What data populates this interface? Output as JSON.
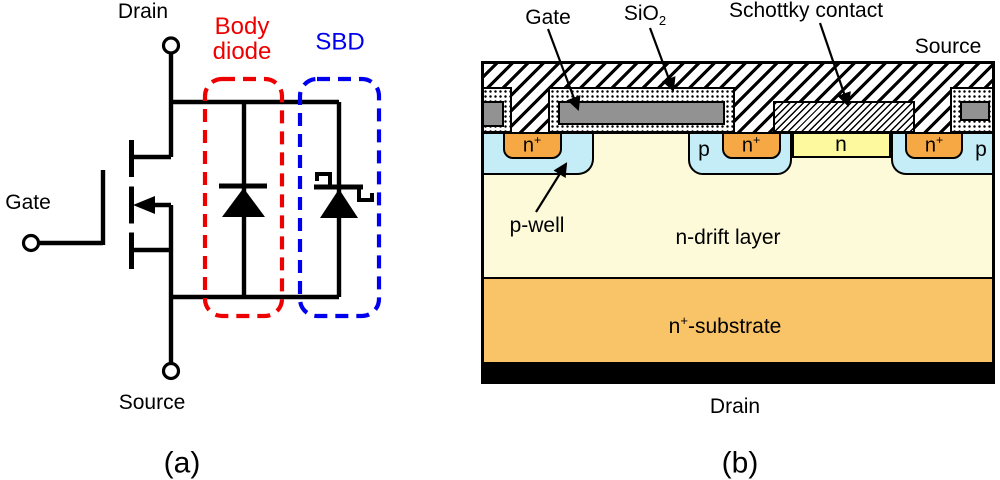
{
  "panel_a": {
    "caption": "(a)",
    "drain_label": "Drain",
    "gate_label": "Gate",
    "source_label": "Source",
    "body_diode_line1": "Body",
    "body_diode_line2": "diode",
    "sbd_label": "SBD",
    "colors": {
      "wire": "#000000",
      "body_diode_box": "#ee0000",
      "sbd_box": "#0000ee"
    }
  },
  "panel_b": {
    "caption": "(b)",
    "top_labels": {
      "gate": "Gate",
      "sio2_base": "SiO",
      "sio2_sub": "2",
      "schottky": "Schottky contact",
      "source": "Source"
    },
    "region_labels": {
      "n_plus_base": "n",
      "n_plus_sup": "+",
      "p": "p",
      "n": "n",
      "p_well": "p-well",
      "n_drift": "n-drift layer",
      "substrate_base": "n",
      "substrate_sup": "+",
      "substrate_suffix": "-substrate",
      "drain": "Drain"
    },
    "colors": {
      "n_plus": "#f5a843",
      "p_well": "#c4edf8",
      "n_region": "#fcf99e",
      "n_drift": "#fcfad9",
      "substrate": "#f9c468",
      "gate_poly": "#929292",
      "drain_metal": "#000000",
      "sio2": "#ffffff"
    }
  }
}
